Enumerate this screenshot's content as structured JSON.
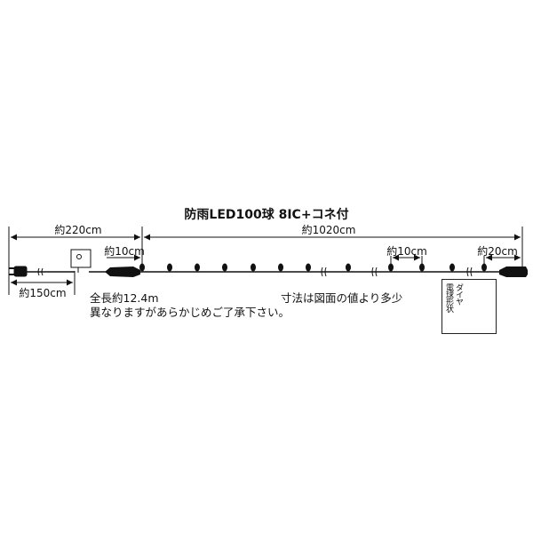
{
  "title": "防雨LED100球 8IC+コネ付",
  "dimensions": {
    "d220": "約220cm",
    "d1020": "約1020cm",
    "d10_left": "約10cm",
    "d10_mid": "約10cm",
    "d20": "約20cm",
    "d150": "約150cm"
  },
  "notes": {
    "total_length": "全長約12.4m",
    "tolerance_1": "寸法は図面の値より多少",
    "tolerance_2": "異なりますがあらかじめご了承下さい。"
  },
  "bulb_shape": {
    "label_col1": "ダイヤ",
    "label_col2": "電球形状"
  }
}
